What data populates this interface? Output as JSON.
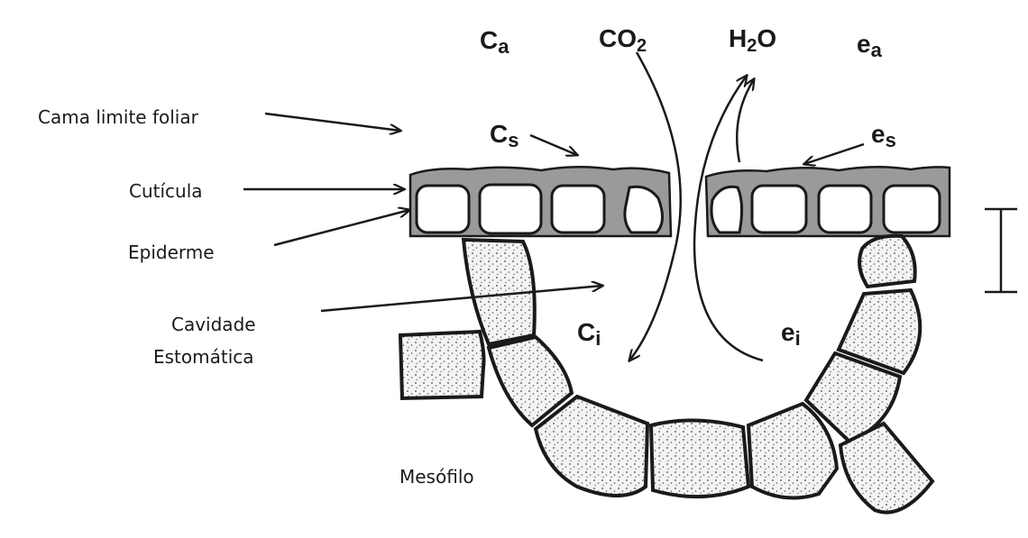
{
  "labels": {
    "boundary_layer": "Cama limite foliar",
    "cuticle": "Cutícula",
    "epidermis": "Epiderme",
    "cavity_line1": "Cavidade",
    "cavity_line2": "Estomática",
    "mesophyll": "Mesófilo"
  },
  "symbols": {
    "ca_base": "C",
    "ca_sub": "a",
    "co2_base": "CO",
    "co2_sub": "2",
    "h2o_h": "H",
    "h2o_sub": "2",
    "h2o_o": "O",
    "ea_base": "e",
    "ea_sub": "a",
    "cs_base": "C",
    "cs_sub": "s",
    "es_base": "e",
    "es_sub": "s",
    "ci_base": "C",
    "ci_sub": "i",
    "ei_base": "e",
    "ei_sub": "i"
  },
  "colors": {
    "ink": "#1a1a1a",
    "cuticle": "#9a9a9a",
    "cell_fill": "#ffffff",
    "cell_wall": "#2a2a2a"
  }
}
